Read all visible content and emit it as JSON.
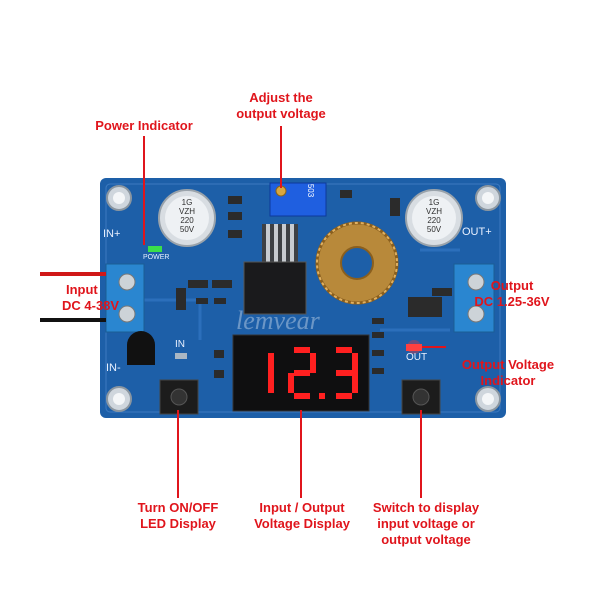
{
  "labels": {
    "power_indicator": "Power Indicator",
    "adjust_line1": "Adjust the",
    "adjust_line2": "output voltage",
    "input_line1": "Input",
    "input_line2": "DC 4-38V",
    "output_line1": "Output",
    "output_line2": "DC 1.25-36V",
    "output_indicator_line1": "Output Voltage",
    "output_indicator_line2": "Indicator",
    "turn_line1": "Turn ON/OFF",
    "turn_line2": "LED Display",
    "display_line1": "Input / Output",
    "display_line2": "Voltage Display",
    "switch_line1": "Switch to display",
    "switch_line2": "input voltage or",
    "switch_line3": "output voltage"
  },
  "board": {
    "in_plus": "IN+",
    "in_minus": "IN-",
    "out_plus": "OUT+",
    "power": "POWER",
    "in": "IN",
    "out": "OUT",
    "display_value": "12.3",
    "pot_code": "503",
    "watermark": "lemvear"
  },
  "capacitor_text": {
    "left": [
      "1G",
      "VZH",
      "220",
      "50V"
    ],
    "right": [
      "1G",
      "VZH",
      "220",
      "50V"
    ]
  },
  "colors": {
    "label": "#e0151c",
    "pcb": "#1d5fa8",
    "segment": "#ff2020"
  }
}
